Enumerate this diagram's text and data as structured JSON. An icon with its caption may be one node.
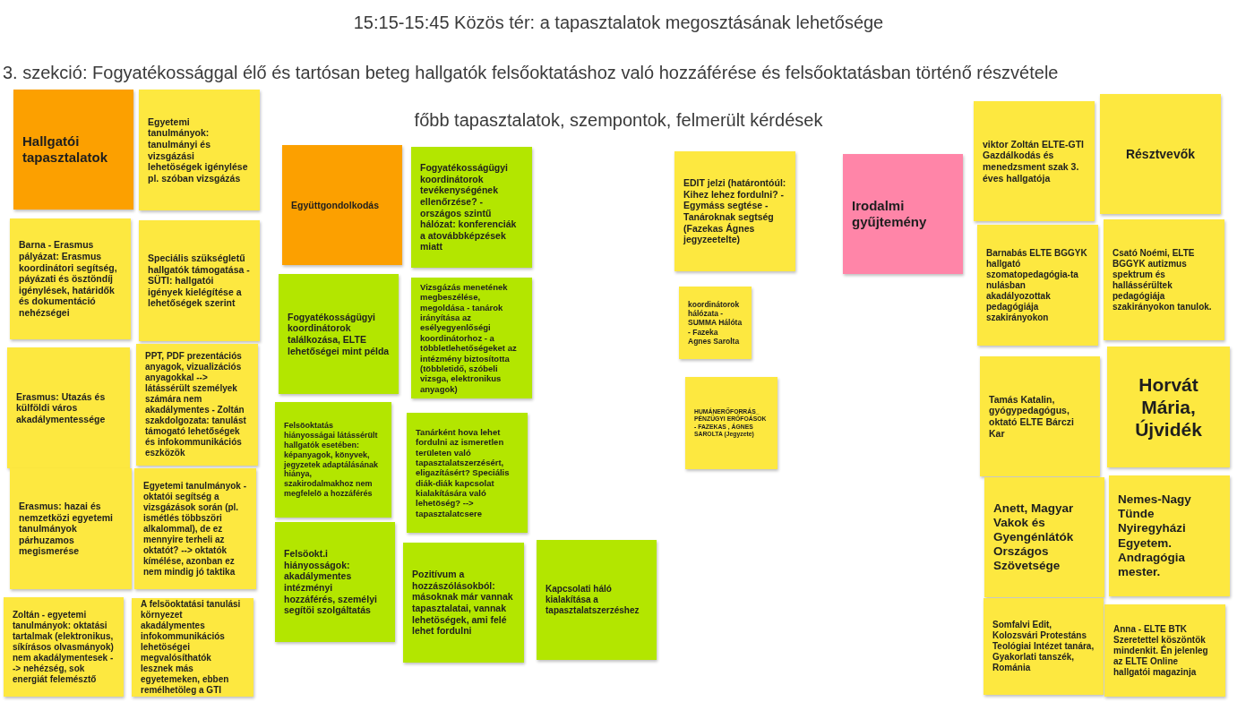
{
  "diagram": {
    "title": "15:15-15:45 Közös tér: a tapasztalatok megosztásának lehetősége",
    "labels": [
      "3. szekció: Fogyatékossággal élő és tartósan beteg hallgatók felsőoktatáshoz való hozzáférése és felsőoktatásban történő részvétele",
      "főbb tapasztalatok, szempontok, felmerült kérdések"
    ],
    "nodes": [
      {
        "text": [
          "Hallgatói tapasztalatok"
        ]
      },
      {
        "text": [
          "Egyetemi tanulmányok: tanulmányi és vizsgázási lehetöségek igénylése pl. szóban vizsgázás"
        ]
      },
      {
        "text": [
          "Barna - Erasmus pályázat: Erasmus koordinátori segítség, páyázati és ösztöndíj igénylések, határidők és dokumentáció nehézségei"
        ]
      },
      {
        "text": [
          "Speciális szükségletű hallgatók támogatása - SÜTI: hallgatói igények kielégítése a lehetőségek szerint"
        ]
      },
      {
        "text": [
          "Erasmus: Utazás és külföldi város akadálymentessége"
        ]
      },
      {
        "text": [
          "PPT, PDF prezentációs anyagok, vizualizációs anyagokkal --> látássérült személyek számára nem akadálymentes - Zoltán szakdolgozata: tanulást támogató lehetőségek és infokommunikációs eszközök"
        ]
      },
      {
        "text": [
          "Erasmus: hazai és nemzetközi egyetemi tanulmányok párhuzamos megismerése"
        ]
      },
      {
        "text": [
          "Egyetemi tanulmányok - oktatói segítség a vizsgázások során (pl. ismétlés többszöri alkalommal), de ez mennyire terheli az oktatót? --> oktatók kímélése, azonban ez nem mindig jó taktika"
        ]
      },
      {
        "text": [
          "Zoltán - egyetemi tanulmányok: oktatási tartalmak (elektronikus, síkírásos olvasmányok) nem akadálymentesek --> nehézség, sok energiát felemésztő"
        ]
      },
      {
        "text": [
          "A felsöoktatási tanulási környezet akadálymentes infokommunikációs lehetöségei megvalósíthatók lesznek más egyetemeken, ebben remélhetöleg a GTI"
        ]
      },
      {
        "text": [
          "Együttgondolkodás"
        ]
      },
      {
        "text": [
          "Fogyatékosságügyi koordinátorok tevékenységének ellenőrzése? - országos szintű hálózat: konferenciák a atovábbképzések miatt"
        ]
      },
      {
        "text": [
          "Fogyatékosságügyi koordinátorok találkozása, ELTE lehetőségei mint példa"
        ]
      },
      {
        "text": [
          "Vizsgázás menetének megbeszélése, megoldása - tanárok irányítása az esélyegyenlőségi koordinátorhoz - a többletlehetőségeket az intézmény biztosította (többletidő, szóbeli vizsga, elektronikus anyagok)"
        ]
      },
      {
        "text": [
          "Felsöoktatás hiányosságai látássérült hallgatók esetében: képanyagok, könyvek, jegyzetek adaptálásának hiánya, szakirodalmakhoz nem megfelelö a hozzáférés"
        ]
      },
      {
        "text": [
          "Tanárként hova lehet fordulni az ismeretlen területen való tapasztalatszerzésért, eligazításért? Speciális diák-diák kapcsolat kialakítására való lehetöség? --> tapasztalatcsere"
        ]
      },
      {
        "text": [
          "Felsöokt.i hiányosságok: akadálymentes intézményi hozzáférés, személyi segítöi szolgáltatás"
        ]
      },
      {
        "text": [
          "Pozitívum a hozzászólásokból: másoknak már vannak tapasztalatai, vannak lehetöségek, ami felé lehet fordulni"
        ]
      },
      {
        "text": [
          "Kapcsolati háló kialakítása a tapasztalatszerzéshez"
        ]
      },
      {
        "text": [
          "EDIT jelzi (határontóúl: Kihez lehez fordulni? - Egymáss segtése - Tanároknak segtség (Fazekas Ágnes jegyzeetelte)"
        ]
      },
      {
        "text": [
          "Irodalmi gyűjtemény"
        ]
      },
      {
        "text": [
          "koordinátorok hálózata - SUMMA Hálóta - Fazeka Agnes Sarolta"
        ]
      },
      {
        "text": [
          "HUMÁNERŐFORRÁS_ PÉNZÜGYI ERŐFOÁSOK - FAZEKAS , ÁGNES SAROLTA (Jegyzete)"
        ]
      },
      {
        "text": [
          "viktor Zoltán ELTE-GTI Gazdálkodás és menedzsment szak 3. éves hallgatója"
        ]
      },
      {
        "text": [
          "Résztvevők"
        ]
      },
      {
        "text": [
          "Barnabás ELTE BGGYK hallgató szomatopedagógia-ta nulásban akadályozottak pedagógiája szakirányokon"
        ]
      },
      {
        "text": [
          "Csató Noémi, ELTE BGGYK autizmus spektrum és hallássérültek pedagógiája szakirányokon tanulok."
        ]
      },
      {
        "text": [
          "Tamás Katalin, gyógypedagógus, oktató ELTE Bárczi Kar"
        ]
      },
      {
        "text": [
          "Horvát Mária, Újvidék"
        ]
      },
      {
        "text": [
          "Anett, Magyar Vakok és Gyengénlátók Országos Szövetsége"
        ]
      },
      {
        "text": [
          "Nemes-Nagy Tünde Nyiregyházi Egyetem. Andragógia mester."
        ]
      },
      {
        "text": [
          "Somfalvi Edit, Kolozsvári Protestáns Teológiai Intézet tanára, Gyakorlati tanszék, Románia"
        ]
      },
      {
        "text": [
          "Anna - ELTE BTK Szeretettel köszöntök mindenkit. Én jelenleg az ELTE Online hallgatói magazinja"
        ]
      }
    ]
  }
}
